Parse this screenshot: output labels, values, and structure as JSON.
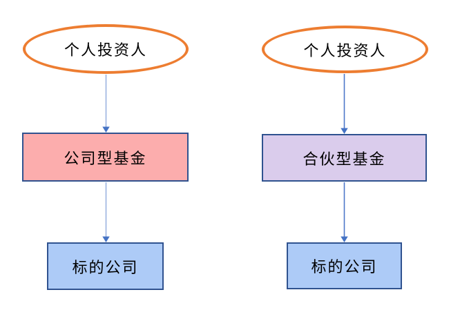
{
  "diagram": {
    "type": "flowchart",
    "description": "Two vertical investment-structure flows: individual investor into a fund vehicle into a target company",
    "columns": [
      {
        "id": "left",
        "investor_label": "个人投资人",
        "fund_label": "公司型基金",
        "target_label": "标的公司"
      },
      {
        "id": "right",
        "investor_label": "个人投资人",
        "fund_label": "合伙型基金",
        "target_label": "标的公司"
      }
    ],
    "colors": {
      "background": "#FFFFFF",
      "ellipse_border": "#ED7D31",
      "ellipse_fill": "#FFFFFF",
      "box_border": "#2F528F",
      "corporate_fund_fill": "#FCADAD",
      "partnership_fund_fill": "#DACCEC",
      "target_fill": "#ADCBF7",
      "arrow_line_left": "#8FAADC",
      "arrow_line_right": "#4C77C9",
      "arrow_head": "#4472C4",
      "text": "#000000"
    }
  }
}
